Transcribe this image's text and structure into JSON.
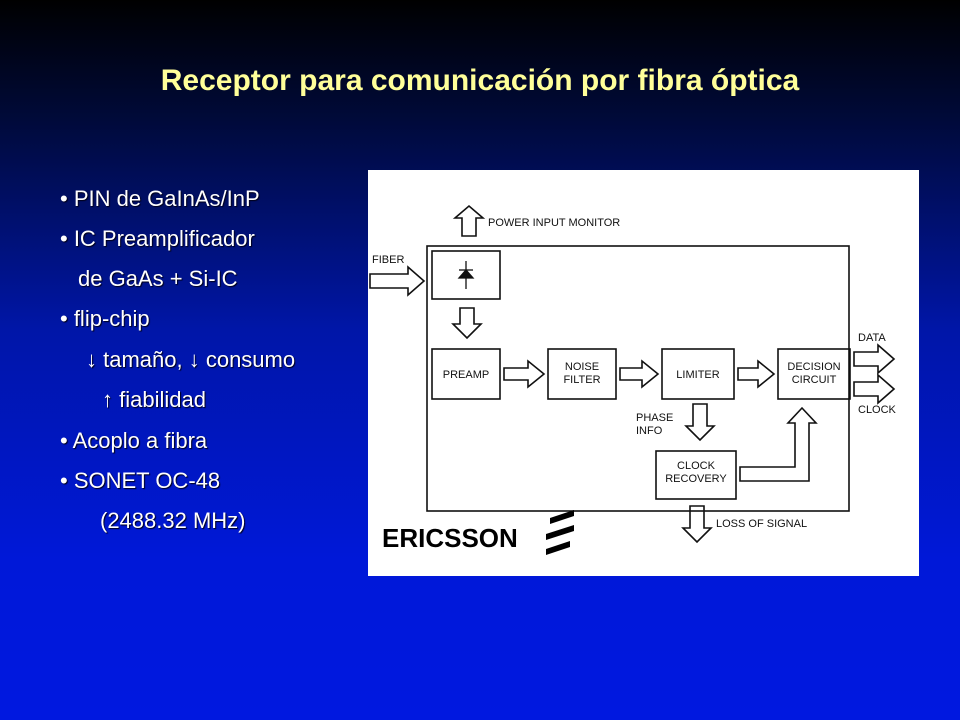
{
  "title": "Receptor para comunicación por fibra óptica",
  "bullets": [
    {
      "text": "• PIN de GaInAs/InP"
    },
    {
      "text": "• IC Preamplificador"
    },
    {
      "text": "de GaAs  + Si-IC"
    },
    {
      "text": "• flip-chip"
    },
    {
      "text": "↓ tamaño, ↓ consumo"
    },
    {
      "text": "↑ fiabilidad"
    },
    {
      "text": "• Acoplo a fibra"
    },
    {
      "text": "• SONET OC-48"
    },
    {
      "text": "(2488.32 MHz)"
    }
  ],
  "diagram": {
    "labels": {
      "power_input_monitor": "POWER INPUT MONITOR",
      "fiber": "FIBER",
      "preamp": "PREAMP",
      "noise_1": "NOISE",
      "noise_2": "FILTER",
      "limiter": "LIMITER",
      "decision_1": "DECISION",
      "decision_2": "CIRCUIT",
      "data": "DATA",
      "clock": "CLOCK",
      "phase_1": "PHASE",
      "phase_2": "INFO",
      "clock_rec_1": "CLOCK",
      "clock_rec_2": "RECOVERY",
      "loss_of_signal": "LOSS OF SIGNAL"
    },
    "logo_text": "ERICSSON"
  }
}
